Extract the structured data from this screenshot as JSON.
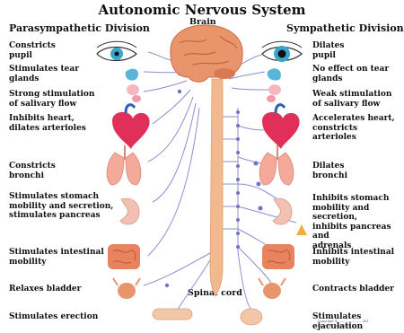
{
  "title": "Autonomic Nervous System",
  "brain_label": "Brain",
  "spinal_cord_label": "Spinal cord",
  "parasympathetic": {
    "heading": "Parasympathetic Division",
    "effects": [
      "Constricts\npupil",
      "Stimulates tear\nglands",
      "Strong stimulation\nof salivary flow",
      "Inhibits heart,\ndilates arterioles",
      "Constricts\nbronchi",
      "Stimulates stomach\nmobility and secretion,\nstimulates pancreas",
      "Stimulates intestinal\nmobility",
      "Relaxes bladder",
      "Stimulates erection"
    ]
  },
  "sympathetic": {
    "heading": "Sympathetic Division",
    "effects": [
      "Dilates\npupil",
      "No effect on tear\nglands",
      "Weak stimulation\nof salivary flow",
      "Accelerates heart,\nconstricts arterioles",
      "Dilates\nbronchi",
      "Inhibits stomach\nmobility and secretion,\ninhibits pancreas and\nadrenals",
      "Inhibits intestinal\nmobility",
      "Contracts bladder",
      "Stimulates ejaculation"
    ]
  },
  "copyright": "Copyright © ...................... 201\nAll Rights Reserved",
  "colors": {
    "nerve": "#8a8fd1",
    "ganglion": "#6f73c8",
    "brain": "#e8956b",
    "spinal_cord": "#f2b890",
    "heart": "#e0305a",
    "lung": "#f4a99a",
    "intestine": "#e8825f",
    "eye_iris": "#3aa7c9"
  }
}
